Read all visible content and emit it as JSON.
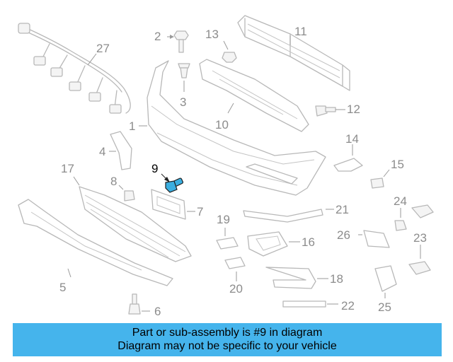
{
  "diagram": {
    "highlight_color": "#45b4ec",
    "highlighted_part": "9",
    "callouts": [
      "1",
      "2",
      "3",
      "4",
      "5",
      "6",
      "7",
      "8",
      "9",
      "10",
      "11",
      "12",
      "13",
      "14",
      "15",
      "16",
      "17",
      "18",
      "19",
      "20",
      "21",
      "22",
      "23",
      "24",
      "25",
      "26",
      "27"
    ]
  },
  "banner": {
    "line1": "Part or sub-assembly is #9 in diagram",
    "line2": "Diagram may not be specific to your vehicle"
  }
}
